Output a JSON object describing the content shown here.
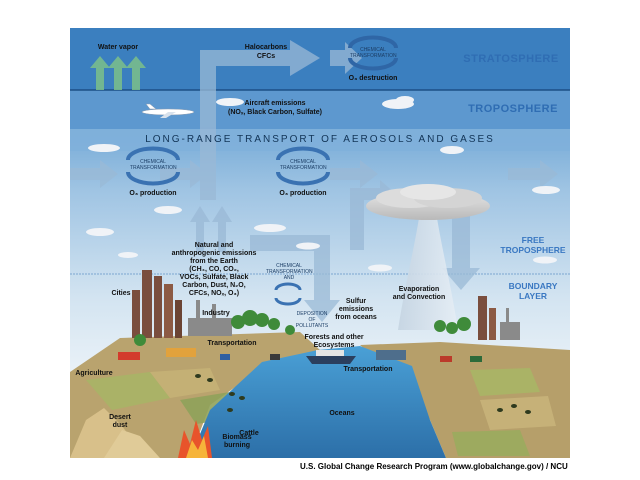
{
  "labels": {
    "stratosphere": "STRATOSPHERE",
    "troposphere": "TROPOSPHERE",
    "free_troposphere_1": "FREE",
    "free_troposphere_2": "TROPOSPHERE",
    "boundary_layer_1": "BOUNDARY",
    "boundary_layer_2": "LAYER",
    "long_range_transport": "LONG-RANGE TRANSPORT OF AEROSOLS AND GASES",
    "water_vapor": "Water vapor",
    "halocarbons": "Halocarbons",
    "cfcs": "CFCs",
    "chemical_transformation": "CHEMICAL",
    "chemical_transformation_2": "TRANSFORMATION",
    "o3_destruction": "O₃ destruction",
    "aircraft_emissions": "Aircraft emissions",
    "aircraft_species": "(NOₓ, Black Carbon, Sulfate)",
    "o3_production_left": "O₃ production",
    "o3_production_mid": "O₃ production",
    "natural_emissions": [
      "Natural and",
      "anthropogenic emissions",
      "from the Earth",
      "(CH₄, CO, CO₂,",
      "VOCs, Sulfate, Black",
      "Carbon, Dust, N₂O,",
      "CFCs, NOₓ, O₃)"
    ],
    "chem_and_1": "CHEMICAL",
    "chem_and_2": "TRANSFORMATION",
    "chem_and_3": "AND",
    "deposition_1": "DEPOSITION",
    "deposition_2": "OF",
    "deposition_3": "POLLUTANTS",
    "sulfur_emissions": [
      "Sulfur",
      "emissions",
      "from oceans"
    ],
    "evaporation": [
      "Evaporation",
      "and Convection"
    ],
    "cities": "Cities",
    "industry": "Industry",
    "transportation_left": "Transportation",
    "transportation_right": "Transportation",
    "forests": [
      "Forests and other",
      "Ecosystems"
    ],
    "agriculture": "Agriculture",
    "desert_dust": [
      "Desert",
      "dust"
    ],
    "cattle": "Cattle",
    "oceans": "Oceans",
    "biomass_burning": [
      "Biomass",
      "burning"
    ]
  },
  "credit": "U.S. Global Change Research Program (www.globalchange.gov) / NCU",
  "colors": {
    "stratosphere": "#3e86c4",
    "troposphere": "#79acd8",
    "sky_low": "#dce9f3",
    "ocean": "#3f8fc9",
    "land": "#c9b98a",
    "arrow": "#8fb2d2"
  }
}
